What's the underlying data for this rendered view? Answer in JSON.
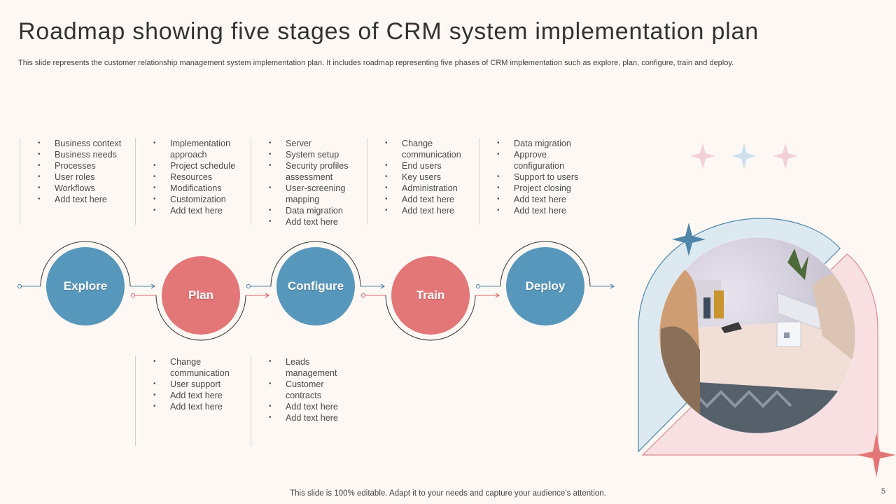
{
  "page": {
    "title": "Roadmap showing five stages of CRM system implementation plan",
    "subtitle": "This slide represents the customer relationship management system implementation plan. It includes roadmap representing five phases of CRM implementation such as explore, plan, configure, train and deploy.",
    "footer": "This slide is 100% editable. Adapt it to your needs and capture your audience’s attention.",
    "page_number": "5"
  },
  "colors": {
    "blue": "#5897bc",
    "red": "#e37778",
    "line_blue": "#4f86aa",
    "line_red": "#d9686e"
  },
  "stages": [
    {
      "label": "Explore",
      "color": "blue",
      "top_items": [
        "Business context",
        "Business needs",
        "Processes",
        "User roles",
        "Workflows",
        "Add text here"
      ],
      "bottom_items": []
    },
    {
      "label": "Plan",
      "color": "red",
      "top_items": [
        "Implementation approach",
        "Project schedule",
        "Resources",
        "Modifications",
        "Customization",
        "Add text here"
      ],
      "bottom_items": [
        "Change communication",
        "User support",
        "Add text here",
        "Add text here"
      ]
    },
    {
      "label": "Configure",
      "color": "blue",
      "top_items": [
        "Server",
        "System setup",
        "Security profiles assessment",
        "User-screening mapping",
        "Data migration",
        "Add text here"
      ],
      "bottom_items": [
        "Leads management",
        "Customer contracts",
        "Add text here",
        "Add text here"
      ]
    },
    {
      "label": "Train",
      "color": "red",
      "top_items": [
        "Change communication",
        "End users",
        "Key users",
        "Administration",
        "Add text here",
        "Add text here"
      ],
      "bottom_items": []
    },
    {
      "label": "Deploy",
      "color": "blue",
      "top_items": [
        "Data migration",
        "Approve configuration",
        "Support to users",
        "Project closing",
        "Add text here",
        "Add text here"
      ],
      "bottom_items": []
    }
  ],
  "decor": {
    "sparkle_colors": [
      "#f2d2d6",
      "#cfe0ee",
      "#f2d2d6"
    ],
    "photo_icon": "photo-of-people-at-counter"
  }
}
